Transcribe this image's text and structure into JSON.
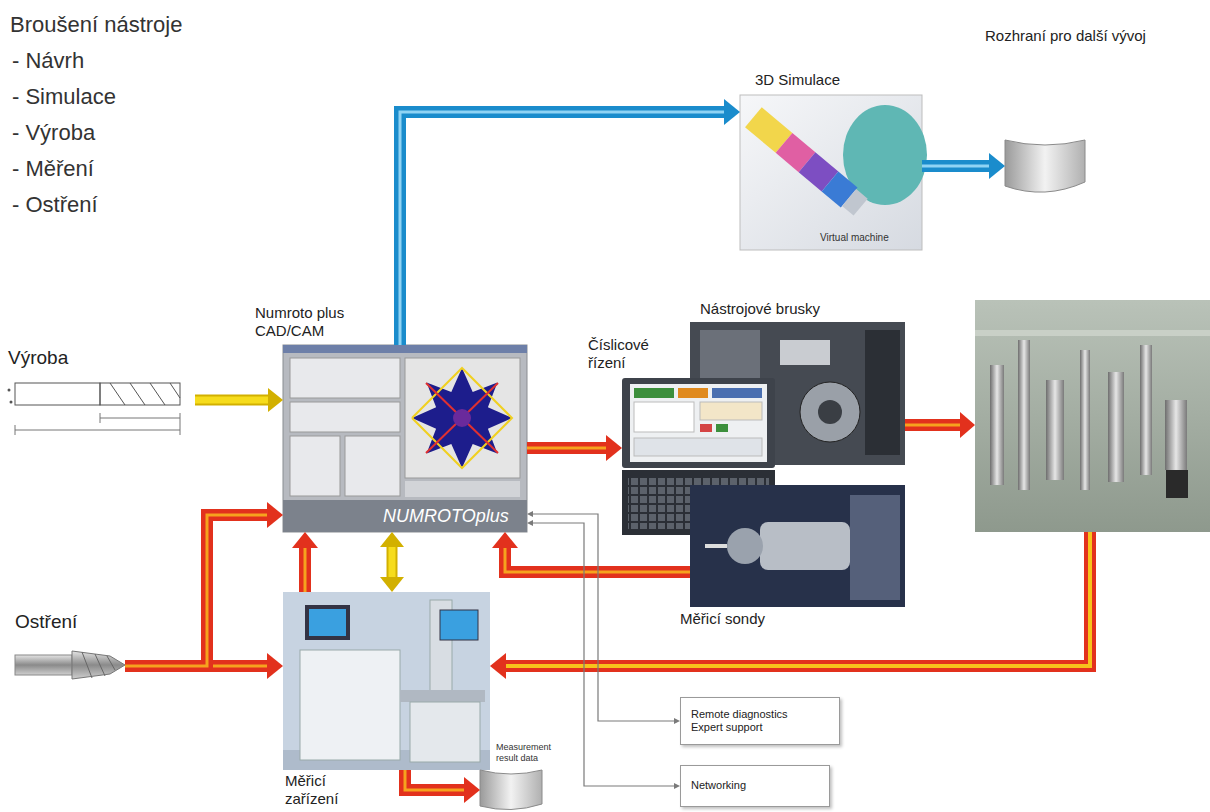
{
  "diagram": {
    "title": "Broušení nástroje",
    "nodes": [
      {
        "text": [
          "3D Simulace",
          "Virtual machine"
        ]
      },
      {
        "text": [
          "Rozhraní pro další vývoj"
        ]
      },
      {
        "text": [
          "Nástrojové brusky"
        ]
      },
      {
        "text": [
          "Numroto plus CAD/CAM",
          "NUMROTOplus"
        ]
      },
      {
        "text": [
          "Číslicové řízení"
        ]
      },
      {
        "text": [
          "Výroba"
        ]
      },
      {
        "text": [
          "Měřicí sondy"
        ]
      },
      {
        "text": [
          "Ostření"
        ]
      },
      {
        "text": [
          "Měřicí zařízení"
        ]
      },
      {
        "text": [
          "Measurement result data"
        ]
      },
      {
        "text": [
          "Remote diagnostics Expert support"
        ]
      },
      {
        "text": [
          "Networking"
        ]
      }
    ],
    "edges": [
      {
        "from": 5,
        "to": 3,
        "arrow": "to"
      },
      {
        "from": 3,
        "to": 0,
        "arrow": "to"
      },
      {
        "from": 0,
        "to": 1,
        "arrow": "to"
      },
      {
        "from": 3,
        "to": 4,
        "arrow": "to"
      },
      {
        "from": 7,
        "to": 8,
        "arrow": "to"
      },
      {
        "from": 7,
        "to": 3,
        "arrow": "to"
      },
      {
        "from": 8,
        "to": 3,
        "arrow": "to"
      },
      {
        "from": 3,
        "to": 8,
        "arrow": "both"
      },
      {
        "from": 6,
        "to": 3,
        "arrow": "to"
      },
      {
        "from": 8,
        "to": 9,
        "arrow": "to"
      },
      {
        "from": 3,
        "to": 10,
        "arrow": "both"
      },
      {
        "from": 3,
        "to": 11,
        "arrow": "both"
      }
    ],
    "labels": [
      "- Návrh",
      "- Simulace",
      "- Výroba",
      "- Měření",
      "- Ostření"
    ]
  }
}
